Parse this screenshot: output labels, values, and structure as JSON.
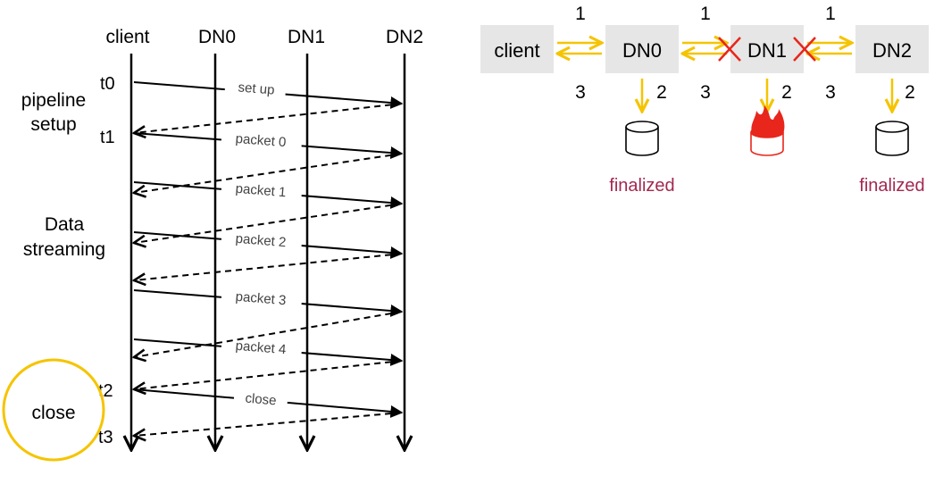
{
  "sequence": {
    "columns": [
      "client",
      "DN0",
      "DN1",
      "DN2"
    ],
    "times": [
      "t0",
      "t1",
      "t2",
      "t3"
    ],
    "phases": {
      "setup_line1": "pipeline",
      "setup_line2": "setup",
      "stream_line1": "Data",
      "stream_line2": "streaming",
      "close": "close"
    },
    "messages": [
      "set up",
      "packet 0",
      "packet 1",
      "packet 2",
      "packet 3",
      "packet 4",
      "close"
    ]
  },
  "pipeline": {
    "nodes": [
      "client",
      "DN0",
      "DN1",
      "DN2"
    ],
    "step_top": [
      "1",
      "1",
      "1"
    ],
    "step_bottom": [
      "3",
      "3",
      "3"
    ],
    "step_down": [
      "2",
      "2",
      "2"
    ],
    "finalized_label": "finalized",
    "failed_node": "DN1"
  },
  "colors": {
    "accent": "#f5c400",
    "failure": "#e8261c",
    "finalized": "#a3284f",
    "node_bg": "#e6e6e6"
  }
}
